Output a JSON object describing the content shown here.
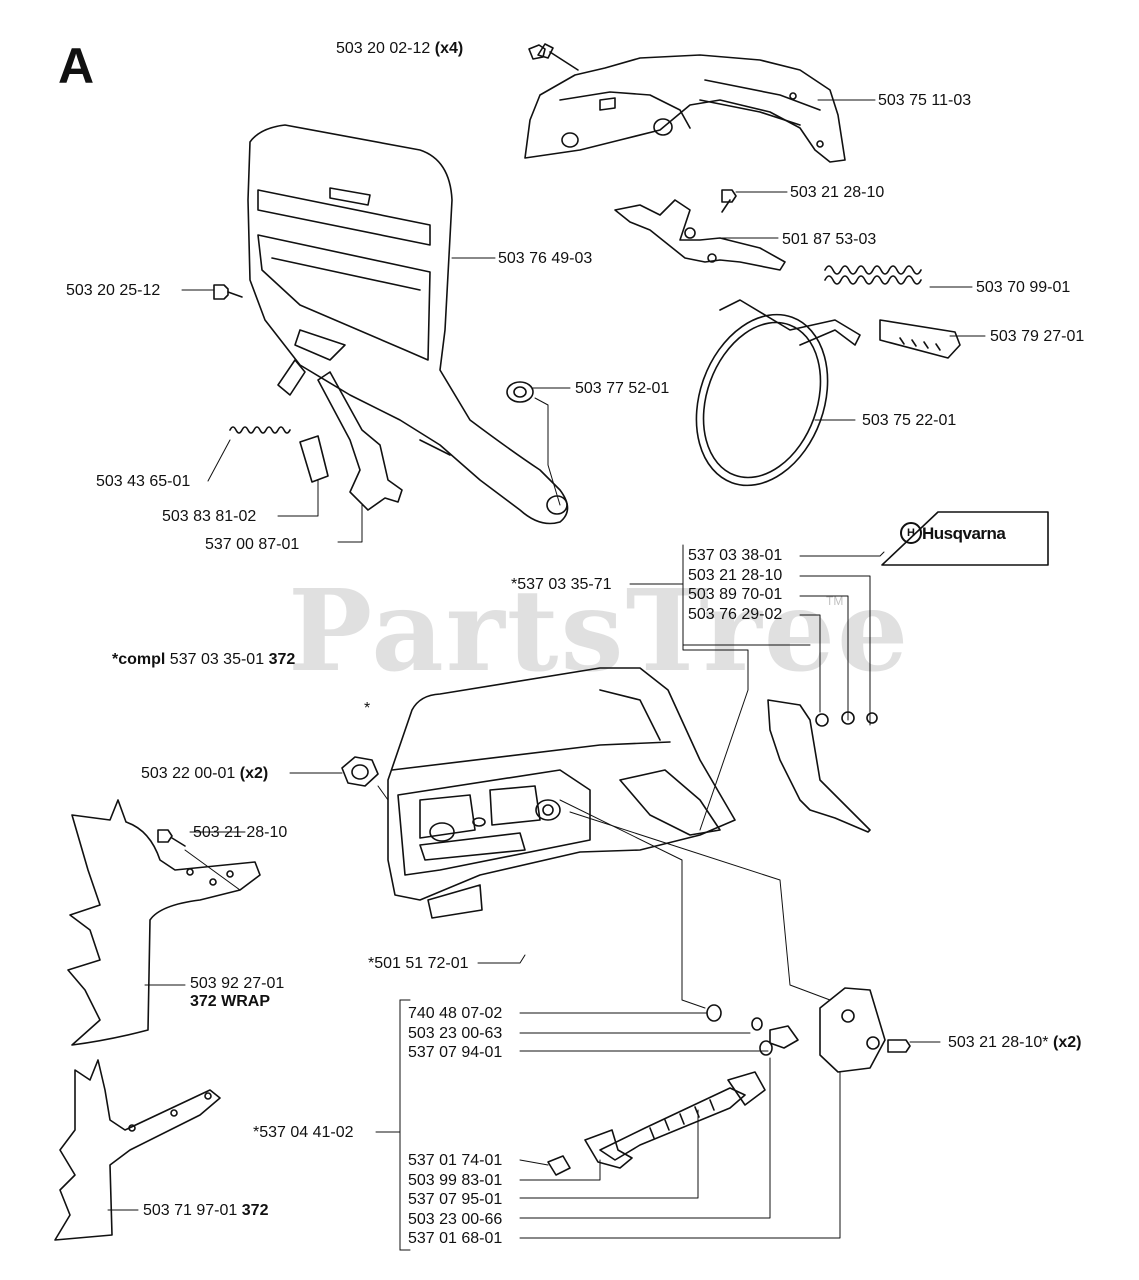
{
  "section": "A",
  "watermark": "PartsTree",
  "trademark": "TM",
  "brand": "Husqvarna",
  "brand_icon_letter": "H",
  "labels": {
    "p1_num": "503 20 02-12",
    "p1_qty": "(x4)",
    "p2": "503 75 11-03",
    "p3": "503 21 28-10",
    "p4": "501 87 53-03",
    "p5": "503 76 49-03",
    "p6": "503 20 25-12",
    "p7": "503 70 99-01",
    "p8": "503 79 27-01",
    "p9": "503 77 52-01",
    "p10": "503 75 22-01",
    "p11": "503 43 65-01",
    "p12": "503 83 81-02",
    "p13": "537 00 87-01",
    "p14": "*537 03 35-71",
    "p15_prefix": "*compl",
    "p15_num": "537 03 35-01",
    "p15_model": "372",
    "p16": "*",
    "p17_num": "503 22 00-01",
    "p17_qty": "(x2)",
    "p18": "503 21 28-10",
    "p19": "503 92 27-01",
    "p19_sub": "372 WRAP",
    "p20": "*501 51 72-01",
    "p21_num": "503 21 28-10*",
    "p21_qty": "(x2)",
    "p22": "*537 04 41-02",
    "p23_num": "503 71 97-01",
    "p23_model": "372"
  },
  "stack_top": [
    "537 03 38-01",
    "503 21 28-10",
    "503 89 70-01",
    "503 76 29-02"
  ],
  "stack_mid": [
    "740 48 07-02",
    "503 23 00-63",
    "537 07 94-01"
  ],
  "stack_bottom": [
    "537 01 74-01",
    "503 99 83-01",
    "537 07 95-01",
    "503 23 00-66",
    "537 01 68-01"
  ]
}
